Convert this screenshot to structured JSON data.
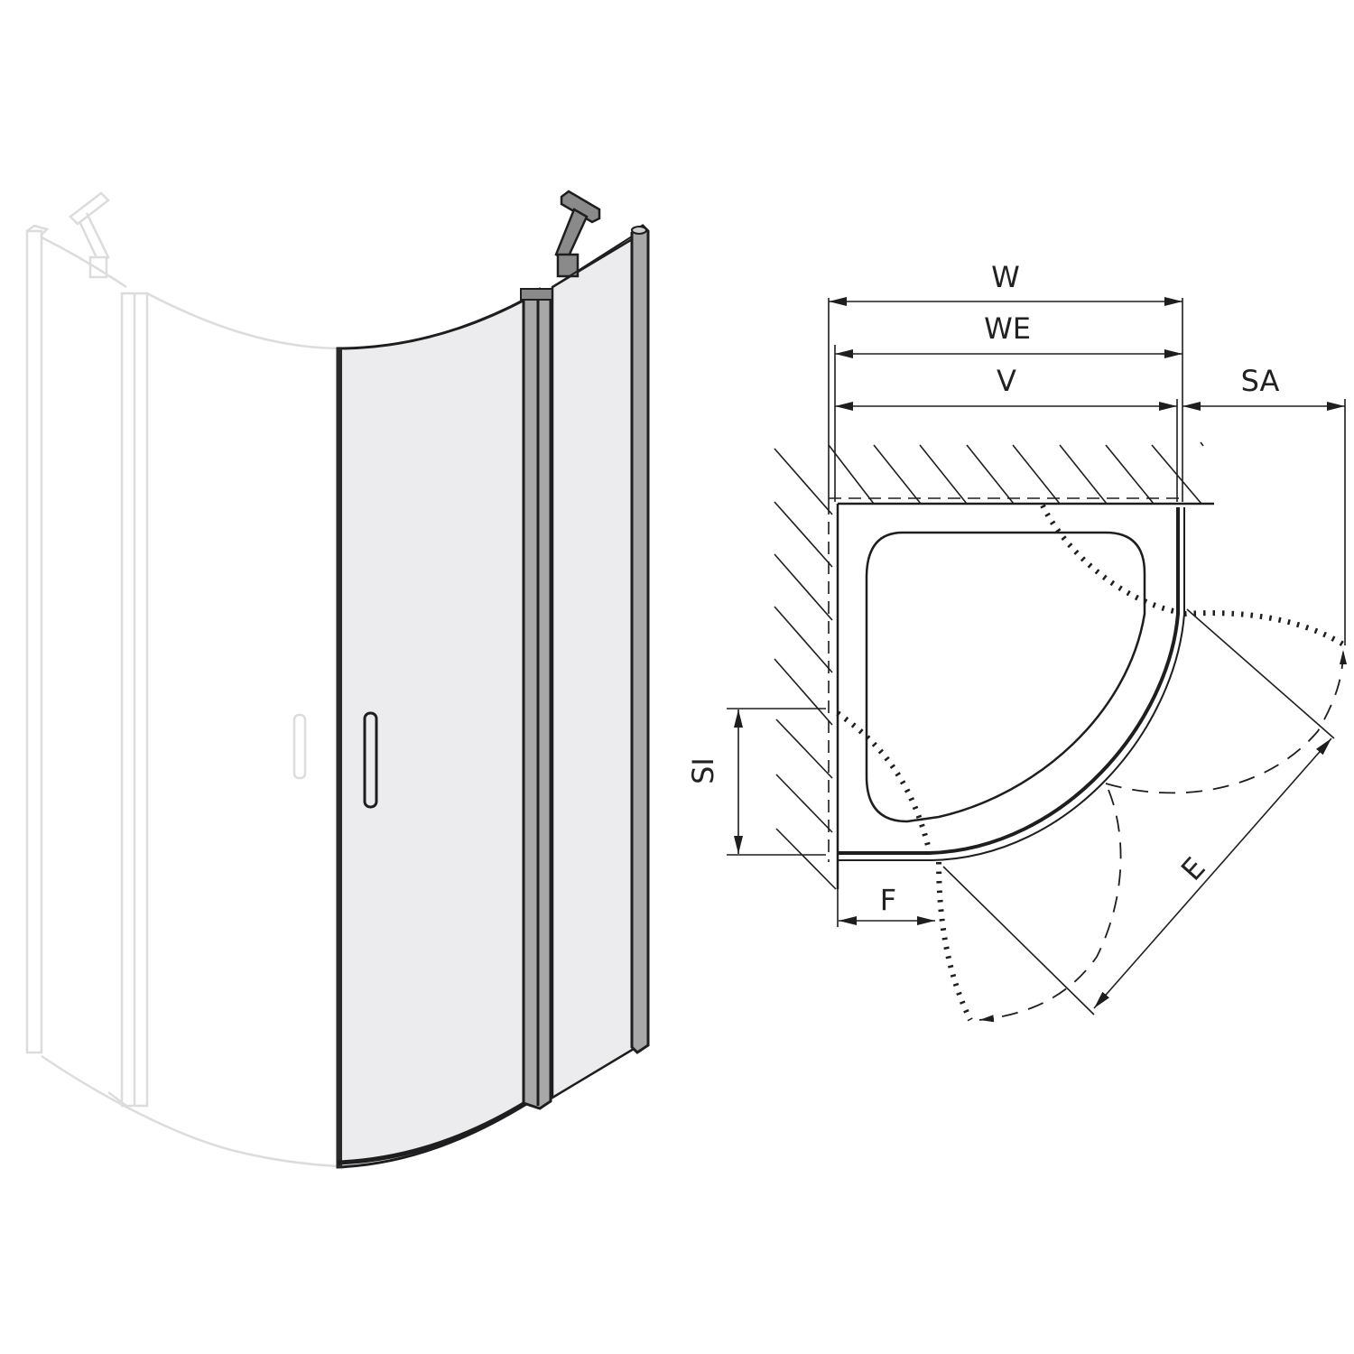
{
  "figure": {
    "left_view": {
      "description": "Isometric view of quarter-round shower enclosure with one hinged curved door highlighted",
      "colors": {
        "glass": "#ececee",
        "outline": "#1e1e1e",
        "faint": "#dcdcdc",
        "profile": "#a8a8a8"
      }
    },
    "right_view": {
      "description": "Plan view with dimensions",
      "dimensions": {
        "w": "W",
        "we": "WE",
        "v": "V",
        "sa": "SA",
        "si": "SI",
        "f": "F",
        "e": "E"
      }
    }
  }
}
